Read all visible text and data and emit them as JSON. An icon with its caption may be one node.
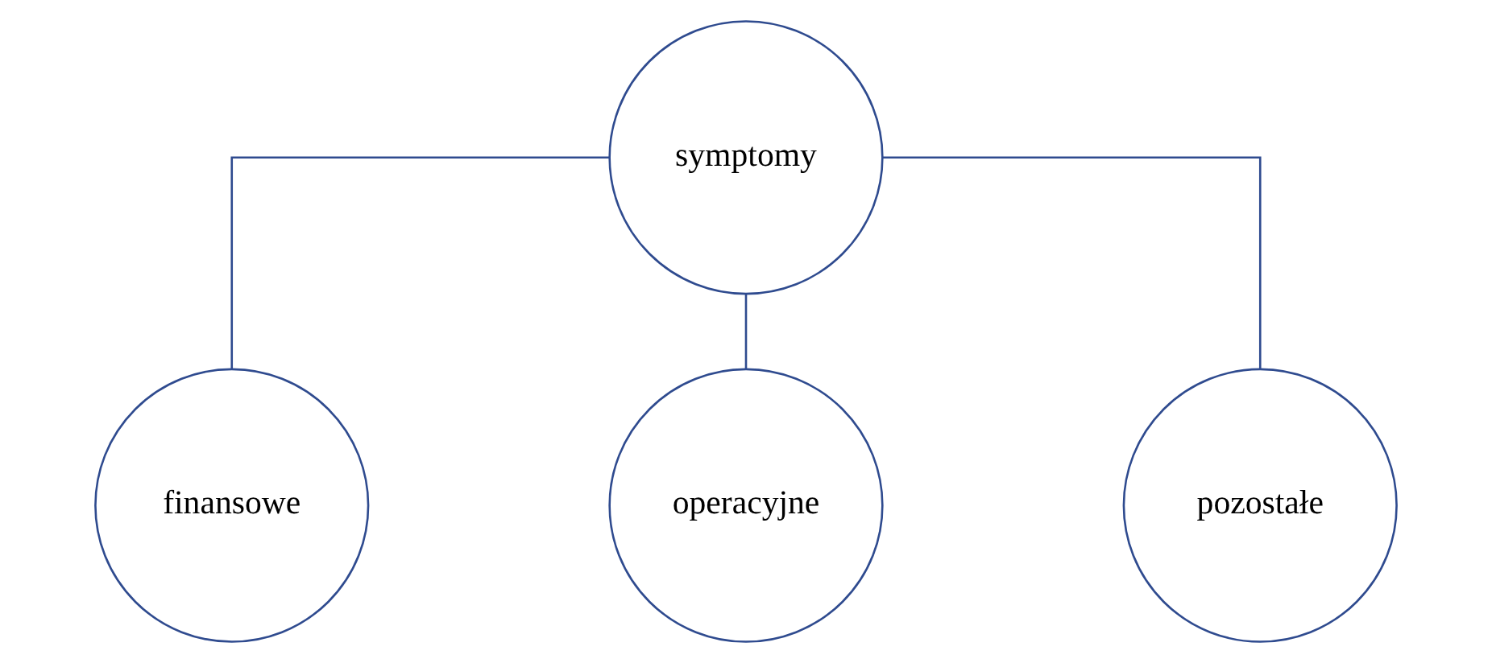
{
  "diagram": {
    "nodes": [
      {
        "text": [
          "symptomy"
        ]
      },
      {
        "text": [
          "finansowe"
        ]
      },
      {
        "text": [
          "operacyjne"
        ]
      },
      {
        "text": [
          "pozostałe"
        ]
      }
    ],
    "edges": [
      {
        "from": 0,
        "to": 1,
        "arrow": "none"
      },
      {
        "from": 0,
        "to": 2,
        "arrow": "none"
      },
      {
        "from": 0,
        "to": 3,
        "arrow": "none"
      }
    ]
  }
}
